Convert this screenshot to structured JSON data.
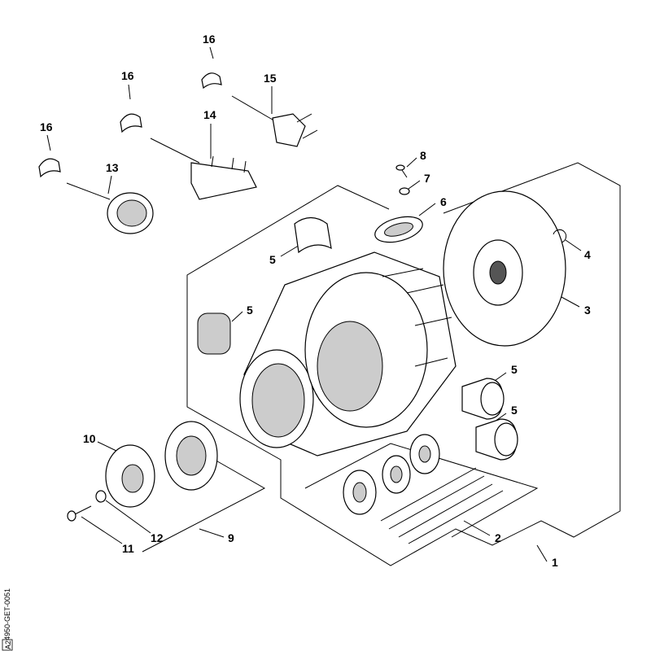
{
  "diagram": {
    "drawing_code": "4950-GET-0051",
    "sheet": "A2",
    "callouts": {
      "c16a": "16",
      "c16b": "16",
      "c16c": "16",
      "c15": "15",
      "c14": "14",
      "c13": "13",
      "c8": "8",
      "c7": "7",
      "c6": "6",
      "c5a": "5",
      "c5b": "5",
      "c5c": "5",
      "c5d": "5",
      "c4": "4",
      "c3": "3",
      "c10": "10",
      "c12": "12",
      "c11": "11",
      "c9": "9",
      "c2": "2",
      "c1": "1"
    }
  }
}
